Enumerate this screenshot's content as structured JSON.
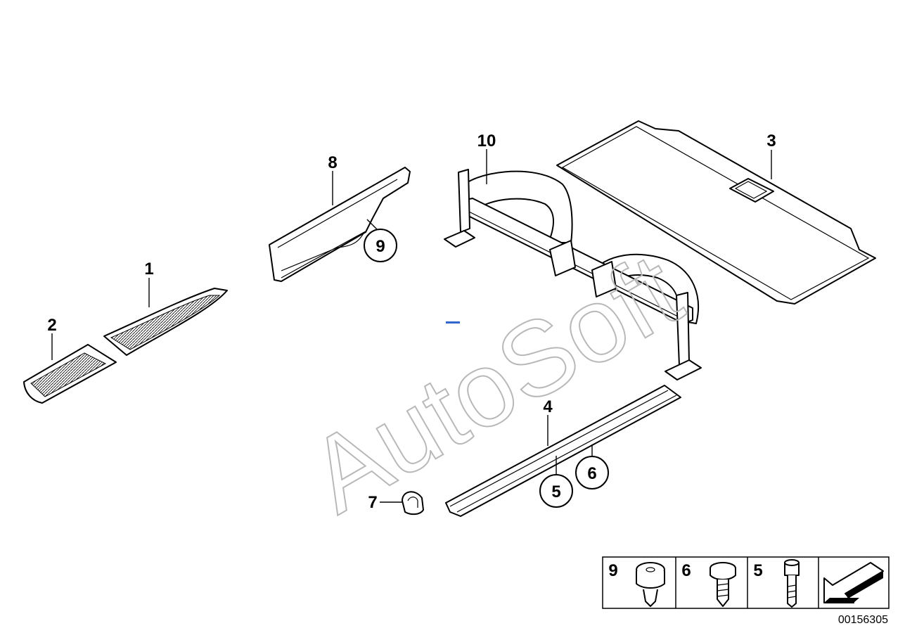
{
  "callouts": {
    "p1": "1",
    "p2": "2",
    "p3": "3",
    "p4": "4",
    "p5": "5",
    "p6": "6",
    "p7": "7",
    "p8": "8",
    "p9": "9",
    "p10": "10"
  },
  "legend": {
    "items": [
      {
        "number": "9",
        "icon": "clip-fastener-icon"
      },
      {
        "number": "6",
        "icon": "collar-screw-icon"
      },
      {
        "number": "5",
        "icon": "hex-socket-bolt-icon"
      }
    ],
    "nav_icon": "arrow-down-left-icon"
  },
  "watermark": "AutoSoft",
  "diagram_number": "00156305",
  "colors": {
    "lines": "#000000",
    "watermark": "#b8b8b8",
    "background": "#ffffff"
  }
}
